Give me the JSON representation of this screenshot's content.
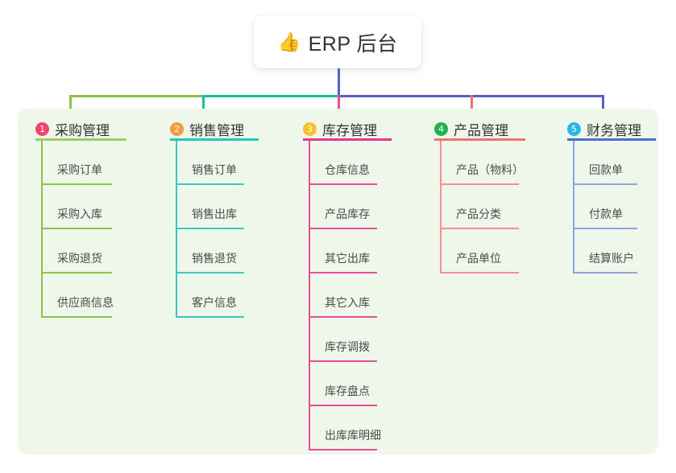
{
  "root": {
    "icon": "thumbs-up-icon",
    "emoji": "👍",
    "title": "ERP 后台"
  },
  "palette": {
    "panel_bg": "#eef7e9",
    "page_bg": "#ffffff",
    "text": "#2f3337",
    "leaf_text": "#4b4b4b",
    "green": "#7cb342",
    "teal": "#17bfa6",
    "pink": "#e8368f",
    "red": "#f0605d",
    "blue": "#5560c8",
    "light_green": "#9ccc65",
    "light_teal": "#4ecdc4",
    "light_pink": "#ef5da8",
    "light_red": "#f4908e",
    "light_blue": "#8ea2dd",
    "badge_1": "#f2456b",
    "badge_2": "#f79b3b",
    "badge_3": "#fbc02d",
    "badge_4": "#22b14c",
    "badge_5": "#29b6e8"
  },
  "columns": [
    {
      "number": "1",
      "title": "采购管理",
      "badge_color": "#f2456b",
      "rule_color": "#9ccc65",
      "line_color": "#8bc34a",
      "items": [
        {
          "label": "采购订单"
        },
        {
          "label": "采购入库"
        },
        {
          "label": "采购退货"
        },
        {
          "label": "供应商信息"
        }
      ]
    },
    {
      "number": "2",
      "title": "销售管理",
      "badge_color": "#f79b3b",
      "rule_color": "#26c6b8",
      "line_color": "#3bc9bb",
      "items": [
        {
          "label": "销售订单"
        },
        {
          "label": "销售出库"
        },
        {
          "label": "销售退货"
        },
        {
          "label": "客户信息"
        }
      ]
    },
    {
      "number": "3",
      "title": "库存管理",
      "badge_color": "#fbc02d",
      "rule_color": "#e8368f",
      "line_color": "#ea4c9a",
      "items": [
        {
          "label": "仓库信息"
        },
        {
          "label": "产品库存"
        },
        {
          "label": "其它出库"
        },
        {
          "label": "其它入库"
        },
        {
          "label": "库存调拨"
        },
        {
          "label": "库存盘点"
        },
        {
          "label": "出库库明细"
        }
      ]
    },
    {
      "number": "4",
      "title": "产品管理",
      "badge_color": "#22b14c",
      "rule_color": "#f4706d",
      "line_color": "#f4908e",
      "items": [
        {
          "label": "产品（物料）"
        },
        {
          "label": "产品分类"
        },
        {
          "label": "产品单位"
        }
      ]
    },
    {
      "number": "5",
      "title": "财务管理",
      "badge_color": "#29b6e8",
      "rule_color": "#4a6fd4",
      "line_color": "#8ea2dd",
      "items": [
        {
          "label": "回款单"
        },
        {
          "label": "付款单"
        },
        {
          "label": "结算账户"
        }
      ]
    }
  ],
  "connectors": {
    "trunk_color": "#5560c8",
    "bar_segments": [
      {
        "name": "green-segment",
        "color": "#8bc34a"
      },
      {
        "name": "teal-segment",
        "color": "#17bfa6"
      },
      {
        "name": "blue-segment",
        "color": "#5560c8"
      }
    ],
    "drops": [
      {
        "name": "drop-1",
        "color": "#8bc34a"
      },
      {
        "name": "drop-2",
        "color": "#17bfa6"
      },
      {
        "name": "drop-3",
        "color": "#ea4c9a"
      },
      {
        "name": "drop-4",
        "color": "#f4706d"
      },
      {
        "name": "drop-5",
        "color": "#5560c8"
      }
    ]
  }
}
